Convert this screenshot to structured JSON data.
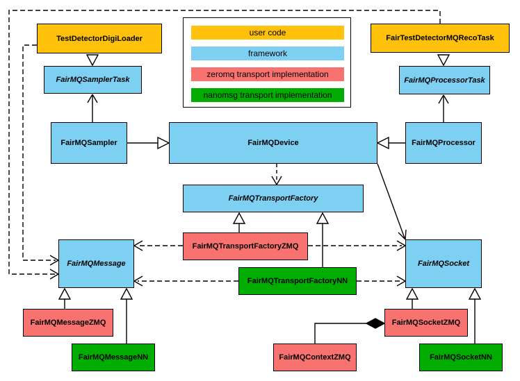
{
  "colors": {
    "user": "#FFC10A",
    "framework": "#7DD0F2",
    "zeromq": "#F8736F",
    "nanomsg": "#00AD00",
    "line": "#000000",
    "background": "#FFFFFF"
  },
  "legend": {
    "items": [
      {
        "label": "user code",
        "category": "user"
      },
      {
        "label": "framework",
        "category": "framework"
      },
      {
        "label": "zeromq transport implementation",
        "category": "zeromq"
      },
      {
        "label": "nanomsg transport implementation",
        "category": "nanomsg"
      }
    ]
  },
  "nodes": {
    "testDetectorDigiLoader": {
      "label": "TestDetectorDigiLoader",
      "category": "user",
      "abstract": false
    },
    "fairTestDetectorMQRecoTask": {
      "label": "FairTestDetectorMQRecoTask",
      "category": "user",
      "abstract": false
    },
    "fairMQSamplerTask": {
      "label": "FairMQSamplerTask",
      "category": "framework",
      "abstract": true
    },
    "fairMQProcessorTask": {
      "label": "FairMQProcessorTask",
      "category": "framework",
      "abstract": true
    },
    "fairMQSampler": {
      "label": "FairMQSampler",
      "category": "framework",
      "abstract": false
    },
    "fairMQDevice": {
      "label": "FairMQDevice",
      "category": "framework",
      "abstract": false
    },
    "fairMQProcessor": {
      "label": "FairMQProcessor",
      "category": "framework",
      "abstract": false
    },
    "fairMQTransportFactory": {
      "label": "FairMQTransportFactory",
      "category": "framework",
      "abstract": true
    },
    "fairMQTransportFactoryZMQ": {
      "label": "FairMQTransportFactoryZMQ",
      "category": "zeromq",
      "abstract": false
    },
    "fairMQTransportFactoryNN": {
      "label": "FairMQTransportFactoryNN",
      "category": "nanomsg",
      "abstract": false
    },
    "fairMQMessage": {
      "label": "FairMQMessage",
      "category": "framework",
      "abstract": true
    },
    "fairMQSocket": {
      "label": "FairMQSocket",
      "category": "framework",
      "abstract": true
    },
    "fairMQMessageZMQ": {
      "label": "FairMQMessageZMQ",
      "category": "zeromq",
      "abstract": false
    },
    "fairMQMessageNN": {
      "label": "FairMQMessageNN",
      "category": "nanomsg",
      "abstract": false
    },
    "fairMQSocketZMQ": {
      "label": "FairMQSocketZMQ",
      "category": "zeromq",
      "abstract": false
    },
    "fairMQSocketNN": {
      "label": "FairMQSocketNN",
      "category": "nanomsg",
      "abstract": false
    },
    "fairMQContextZMQ": {
      "label": "FairMQContextZMQ",
      "category": "zeromq",
      "abstract": false
    }
  },
  "edges": [
    {
      "from": "TestDetectorDigiLoader",
      "to": "FairMQSamplerTask",
      "type": "inheritance"
    },
    {
      "from": "FairTestDetectorMQRecoTask",
      "to": "FairMQProcessorTask",
      "type": "inheritance"
    },
    {
      "from": "FairMQSampler",
      "to": "FairMQSamplerTask",
      "type": "association-arrow"
    },
    {
      "from": "FairMQProcessor",
      "to": "FairMQProcessorTask",
      "type": "association-arrow"
    },
    {
      "from": "FairMQSampler",
      "to": "FairMQDevice",
      "type": "inheritance"
    },
    {
      "from": "FairMQProcessor",
      "to": "FairMQDevice",
      "type": "inheritance"
    },
    {
      "from": "FairMQDevice",
      "to": "FairMQTransportFactory",
      "type": "dashed-dependency"
    },
    {
      "from": "FairMQDevice",
      "to": "FairMQSocket",
      "type": "association-arrow"
    },
    {
      "from": "FairMQTransportFactoryZMQ",
      "to": "FairMQTransportFactory",
      "type": "inheritance"
    },
    {
      "from": "FairMQTransportFactoryNN",
      "to": "FairMQTransportFactory",
      "type": "inheritance"
    },
    {
      "from": "FairMQTransportFactoryZMQ",
      "to": "FairMQMessage",
      "type": "dashed-dependency"
    },
    {
      "from": "FairMQTransportFactoryZMQ",
      "to": "FairMQSocket",
      "type": "dashed-dependency"
    },
    {
      "from": "FairMQTransportFactoryNN",
      "to": "FairMQMessage",
      "type": "dashed-dependency"
    },
    {
      "from": "FairMQTransportFactoryNN",
      "to": "FairMQSocket",
      "type": "dashed-dependency"
    },
    {
      "from": "TestDetectorDigiLoader",
      "to": "FairMQMessage",
      "type": "dashed-dependency"
    },
    {
      "from": "FairTestDetectorMQRecoTask",
      "to": "FairMQMessage",
      "type": "dashed-dependency"
    },
    {
      "from": "FairMQMessageZMQ",
      "to": "FairMQMessage",
      "type": "inheritance"
    },
    {
      "from": "FairMQMessageNN",
      "to": "FairMQMessage",
      "type": "inheritance"
    },
    {
      "from": "FairMQSocketZMQ",
      "to": "FairMQSocket",
      "type": "inheritance"
    },
    {
      "from": "FairMQSocketNN",
      "to": "FairMQSocket",
      "type": "inheritance"
    },
    {
      "from": "FairMQSocketZMQ",
      "to": "FairMQContextZMQ",
      "type": "composition"
    }
  ]
}
